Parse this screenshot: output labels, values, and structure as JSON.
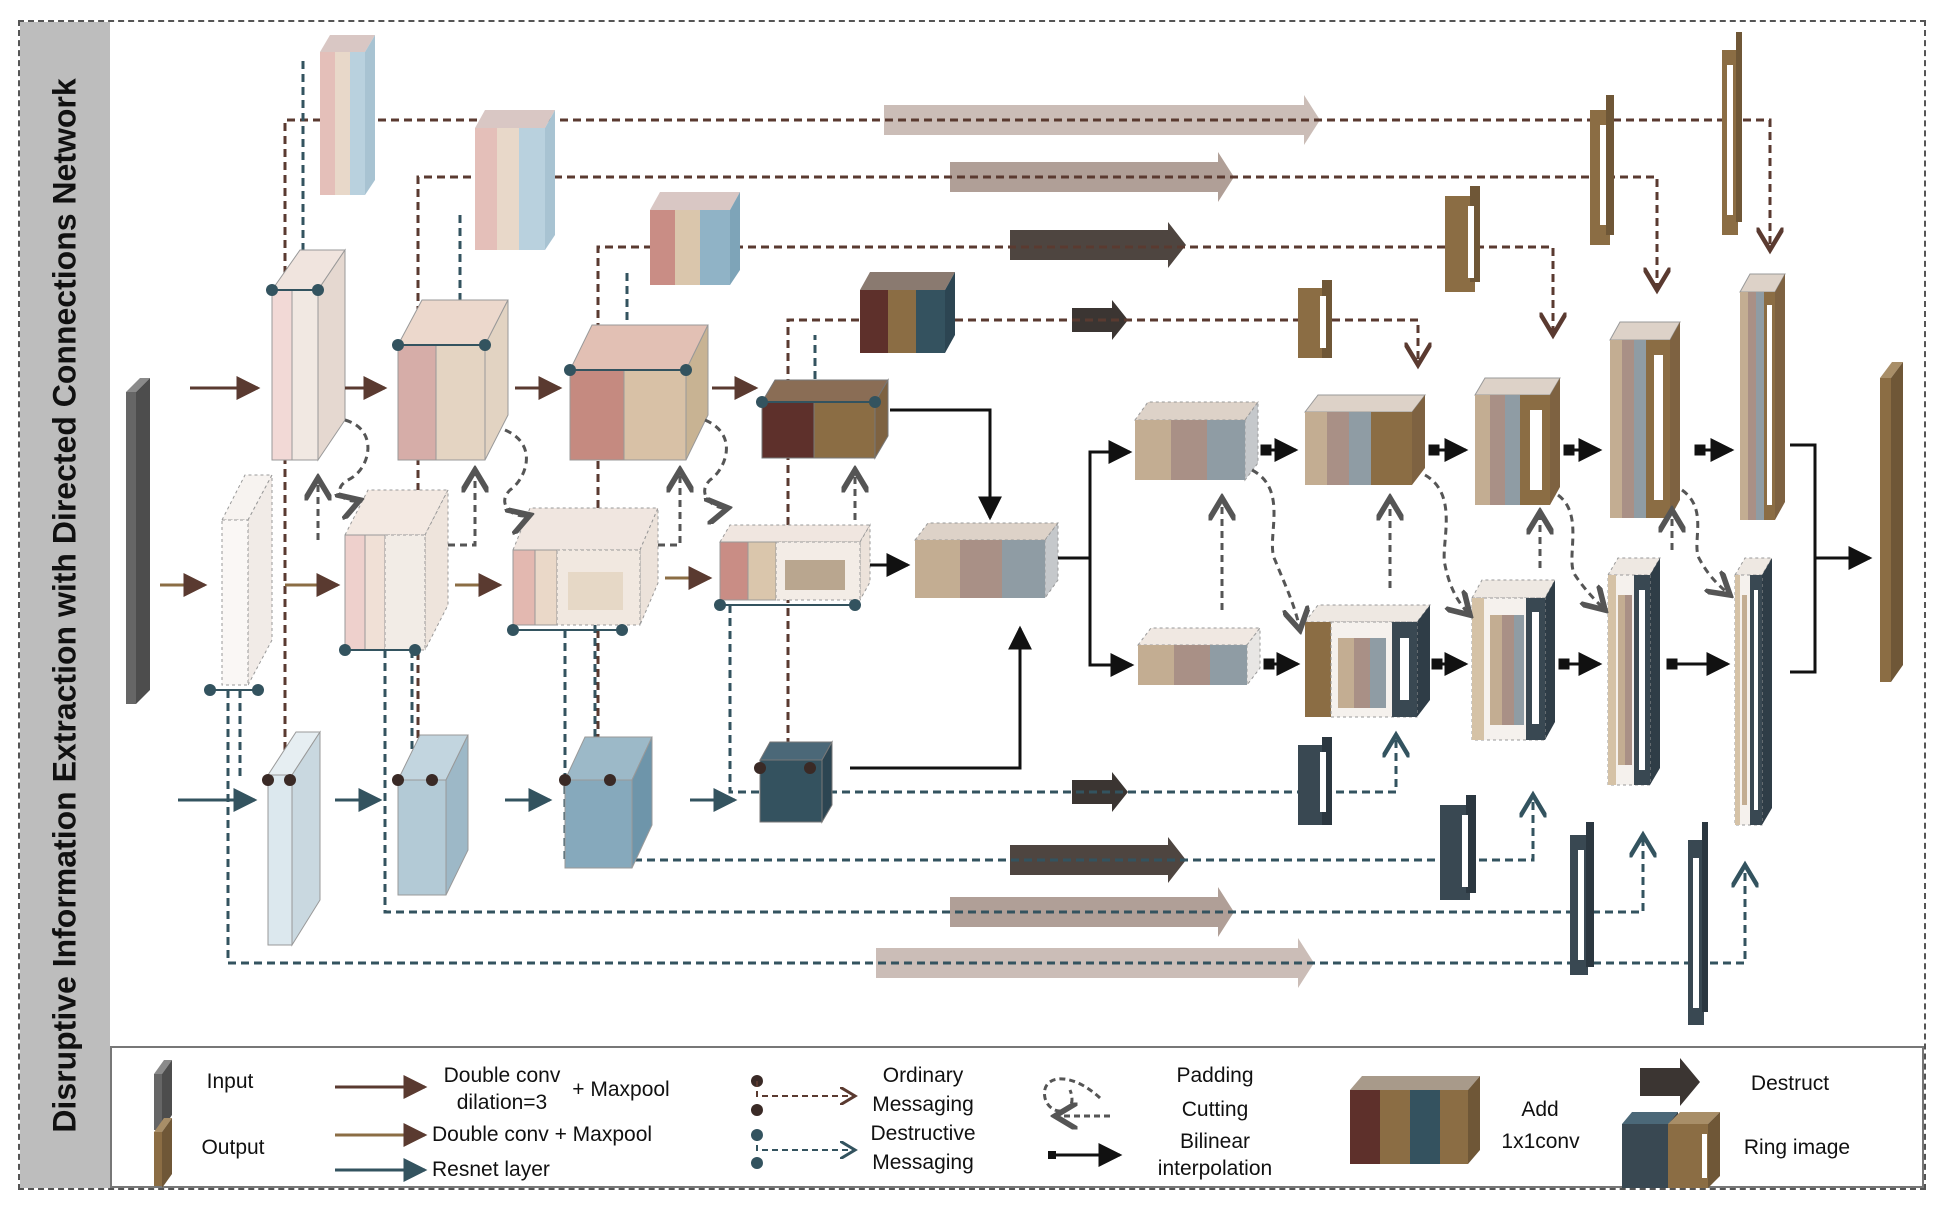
{
  "title": "Disruptive Information Extraction with Directed Connections Network",
  "colors": {
    "input": "#666666",
    "output": "#8b7049",
    "ordinary_line": "#5a3a30",
    "destructive_line": "#33535f",
    "solid": "#111111"
  },
  "legend": {
    "input": "Input",
    "output": "Output",
    "double_conv_dilation_l1": "Double conv",
    "double_conv_dilation_l2": "dilation=3",
    "plus_maxpool_1": "+ Maxpool",
    "double_conv_maxpool": "Double conv + Maxpool",
    "resnet_layer": "Resnet layer",
    "ordinary_l1": "Ordinary",
    "ordinary_l2": "Messaging",
    "destructive_l1": "Destructive",
    "destructive_l2": "Messaging",
    "padding": "Padding",
    "cutting": "Cutting",
    "bilinear_l1": "Bilinear",
    "bilinear_l2": "interpolation",
    "add_l1": "Add",
    "add_l2": "1x1conv",
    "destruct": "Destruct",
    "ring_image": "Ring image"
  }
}
